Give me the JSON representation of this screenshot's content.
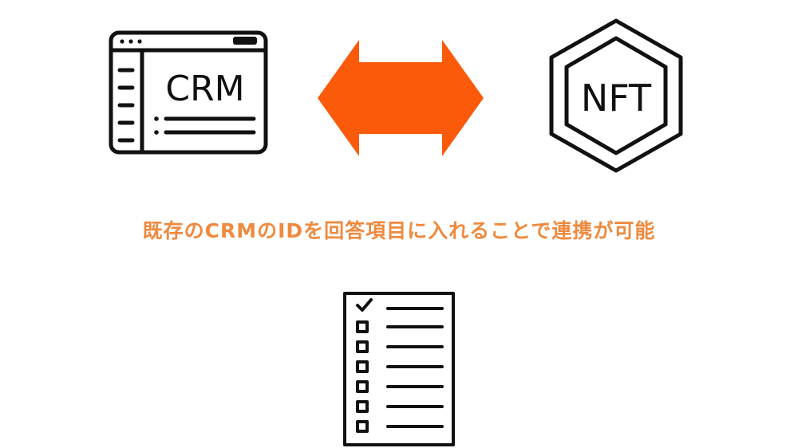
{
  "crm_icon": {
    "label": "CRM"
  },
  "nft_icon": {
    "label": "NFT"
  },
  "caption": {
    "text": "既存のCRMのIDを回答項目に入れることで連携が可能"
  },
  "colors": {
    "accent_arrow": "#fb5a0a",
    "caption_text": "#ee8a3f",
    "icon_stroke": "#111111"
  },
  "icons": {
    "crm": "browser-window-icon",
    "arrow": "double-arrow-icon",
    "nft": "hexagon-badge-icon",
    "checklist": "checklist-form-icon"
  }
}
